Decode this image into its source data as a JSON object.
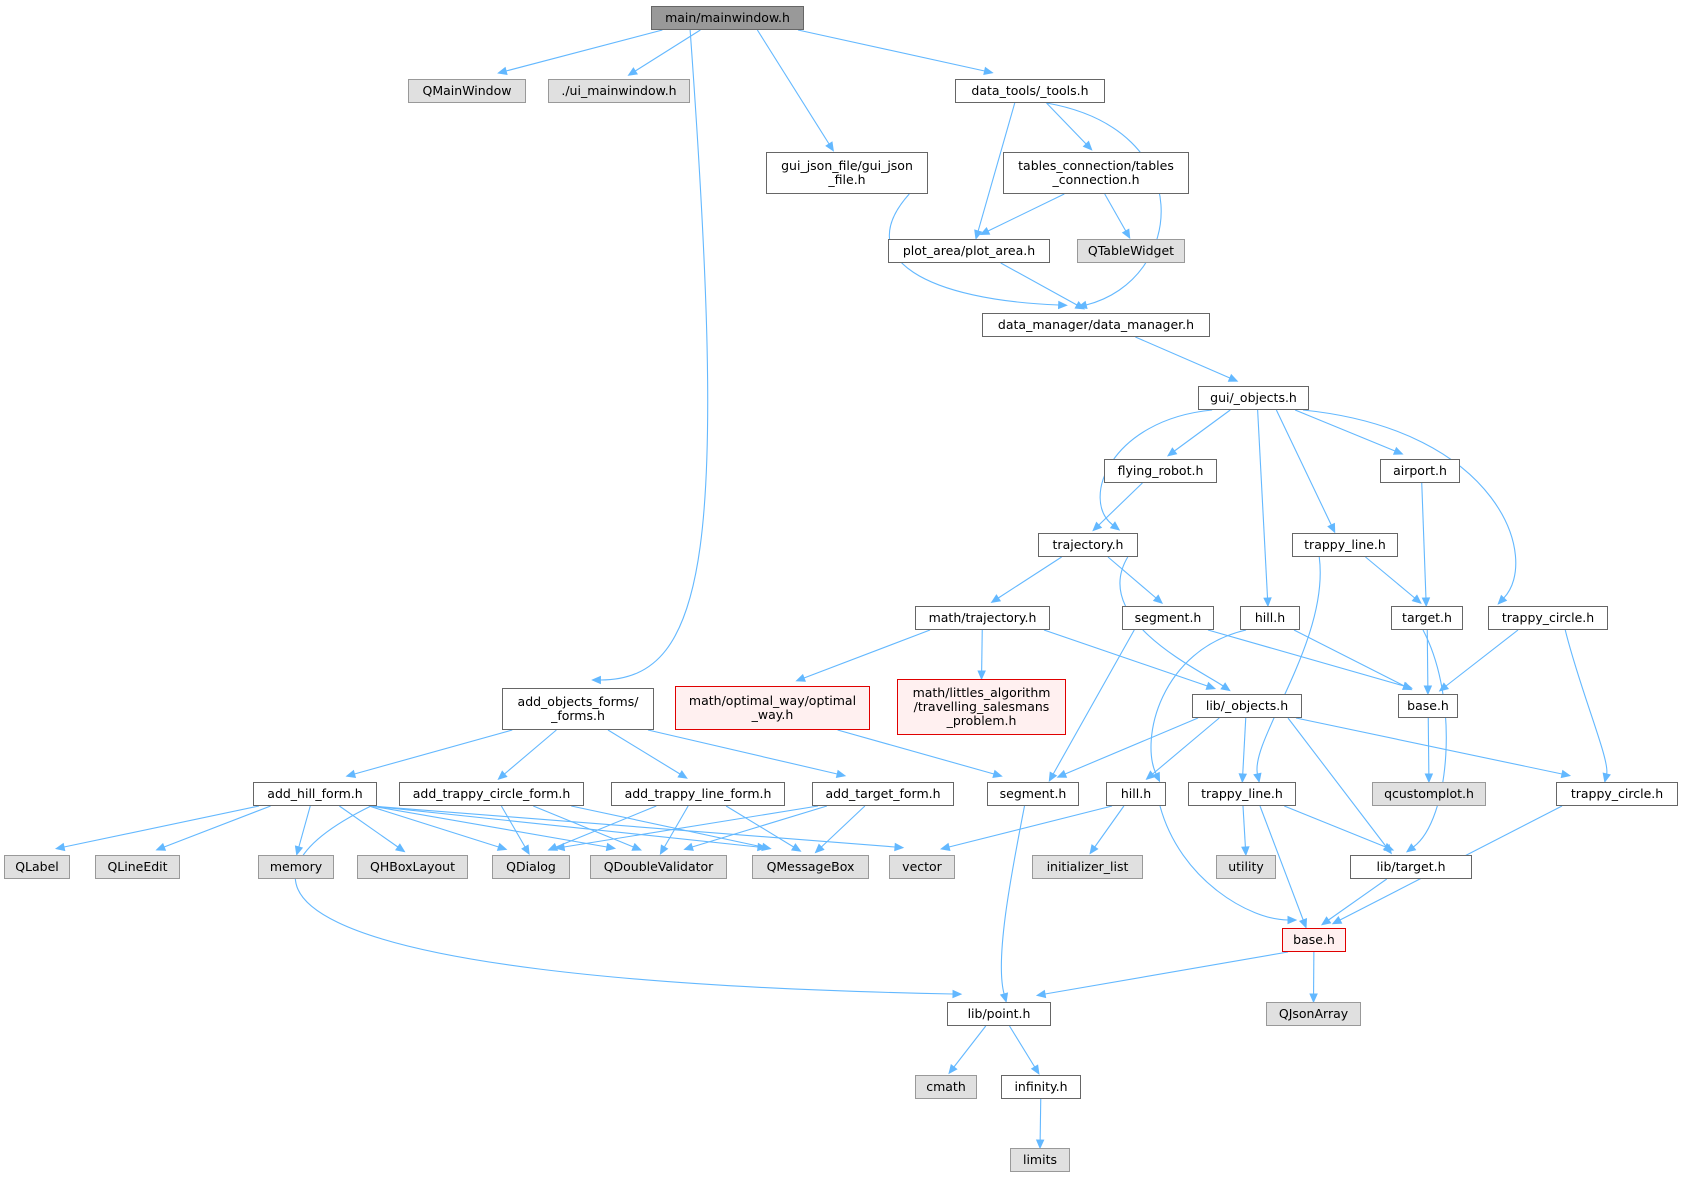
{
  "colors": {
    "edge": "#63b8ff",
    "root_fill": "#999999",
    "file_fill": "#ffffff",
    "file_border": "#666666",
    "external_fill": "#e0e0e0",
    "external_border": "#999999",
    "truncated_fill": "#fff0f0",
    "truncated_border": "#e00000"
  },
  "nodes": {
    "n_main": {
      "label": "main/mainwindow.h",
      "kind": "root"
    },
    "n_qmain": {
      "label": "QMainWindow",
      "kind": "ext"
    },
    "n_uimain": {
      "label": "./ui_mainwindow.h",
      "kind": "ext"
    },
    "n_tools": {
      "label": "data_tools/_tools.h",
      "kind": "file"
    },
    "n_guijson": {
      "label": "gui_json_file/gui_json\n_file.h",
      "kind": "file"
    },
    "n_tables": {
      "label": "tables_connection/tables\n_connection.h",
      "kind": "file"
    },
    "n_plot": {
      "label": "plot_area/plot_area.h",
      "kind": "file"
    },
    "n_qtw": {
      "label": "QTableWidget",
      "kind": "ext"
    },
    "n_dm": {
      "label": "data_manager/data_manager.h",
      "kind": "file"
    },
    "n_guiobj": {
      "label": "gui/_objects.h",
      "kind": "file"
    },
    "n_fly": {
      "label": "flying_robot.h",
      "kind": "file"
    },
    "n_airport": {
      "label": "airport.h",
      "kind": "file"
    },
    "n_traj": {
      "label": "trajectory.h",
      "kind": "file"
    },
    "n_tline1": {
      "label": "trappy_line.h",
      "kind": "file"
    },
    "n_mtraj": {
      "label": "math/trajectory.h",
      "kind": "file"
    },
    "n_seg1": {
      "label": "segment.h",
      "kind": "file"
    },
    "n_hill1": {
      "label": "hill.h",
      "kind": "file"
    },
    "n_target1": {
      "label": "target.h",
      "kind": "file"
    },
    "n_tcirc1": {
      "label": "trappy_circle.h",
      "kind": "file"
    },
    "n_addobj": {
      "label": "add_objects_forms/\n_forms.h",
      "kind": "file"
    },
    "n_optw": {
      "label": "math/optimal_way/optimal\n_way.h",
      "kind": "trunc"
    },
    "n_littles": {
      "label": "math/littles_algorithm\n/travelling_salesmans\n_problem.h",
      "kind": "trunc"
    },
    "n_libobj": {
      "label": "lib/_objects.h",
      "kind": "file"
    },
    "n_base1": {
      "label": "base.h",
      "kind": "file"
    },
    "n_addhill": {
      "label": "add_hill_form.h",
      "kind": "file"
    },
    "n_addtc": {
      "label": "add_trappy_circle_form.h",
      "kind": "file"
    },
    "n_addtl": {
      "label": "add_trappy_line_form.h",
      "kind": "file"
    },
    "n_addtgt": {
      "label": "add_target_form.h",
      "kind": "file"
    },
    "n_seg2": {
      "label": "segment.h",
      "kind": "file"
    },
    "n_hill2": {
      "label": "hill.h",
      "kind": "file"
    },
    "n_tline2": {
      "label": "trappy_line.h",
      "kind": "file"
    },
    "n_qcp": {
      "label": "qcustomplot.h",
      "kind": "ext"
    },
    "n_tcirc2": {
      "label": "trappy_circle.h",
      "kind": "file"
    },
    "n_qlabel": {
      "label": "QLabel",
      "kind": "ext"
    },
    "n_qline": {
      "label": "QLineEdit",
      "kind": "ext"
    },
    "n_memory": {
      "label": "memory",
      "kind": "ext"
    },
    "n_qhbox": {
      "label": "QHBoxLayout",
      "kind": "ext"
    },
    "n_qdialog": {
      "label": "QDialog",
      "kind": "ext"
    },
    "n_qdv": {
      "label": "QDoubleValidator",
      "kind": "ext"
    },
    "n_qmsg": {
      "label": "QMessageBox",
      "kind": "ext"
    },
    "n_vector": {
      "label": "vector",
      "kind": "ext"
    },
    "n_initl": {
      "label": "initializer_list",
      "kind": "ext"
    },
    "n_utility": {
      "label": "utility",
      "kind": "ext"
    },
    "n_libtgt": {
      "label": "lib/target.h",
      "kind": "file"
    },
    "n_base2": {
      "label": "base.h",
      "kind": "trunc"
    },
    "n_point": {
      "label": "lib/point.h",
      "kind": "file"
    },
    "n_qjson": {
      "label": "QJsonArray",
      "kind": "ext"
    },
    "n_cmath": {
      "label": "cmath",
      "kind": "ext"
    },
    "n_inf": {
      "label": "infinity.h",
      "kind": "file"
    },
    "n_limits": {
      "label": "limits",
      "kind": "ext"
    }
  },
  "edges": [
    [
      "n_main",
      "n_qmain"
    ],
    [
      "n_main",
      "n_uimain"
    ],
    [
      "n_main",
      "n_tools"
    ],
    [
      "n_main",
      "n_guijson"
    ],
    [
      "n_main",
      "n_addobj"
    ],
    [
      "n_tools",
      "n_tables"
    ],
    [
      "n_tools",
      "n_plot"
    ],
    [
      "n_tools",
      "n_dm"
    ],
    [
      "n_guijson",
      "n_dm"
    ],
    [
      "n_tables",
      "n_plot"
    ],
    [
      "n_tables",
      "n_qtw"
    ],
    [
      "n_plot",
      "n_dm"
    ],
    [
      "n_dm",
      "n_guiobj"
    ],
    [
      "n_guiobj",
      "n_fly"
    ],
    [
      "n_guiobj",
      "n_airport"
    ],
    [
      "n_guiobj",
      "n_traj"
    ],
    [
      "n_guiobj",
      "n_tline1"
    ],
    [
      "n_guiobj",
      "n_hill1"
    ],
    [
      "n_guiobj",
      "n_tcirc1"
    ],
    [
      "n_fly",
      "n_traj"
    ],
    [
      "n_airport",
      "n_target1"
    ],
    [
      "n_traj",
      "n_mtraj"
    ],
    [
      "n_traj",
      "n_seg1"
    ],
    [
      "n_traj",
      "n_libobj"
    ],
    [
      "n_tline1",
      "n_target1"
    ],
    [
      "n_tline1",
      "n_tline2"
    ],
    [
      "n_mtraj",
      "n_optw"
    ],
    [
      "n_mtraj",
      "n_littles"
    ],
    [
      "n_mtraj",
      "n_libobj"
    ],
    [
      "n_seg1",
      "n_base1"
    ],
    [
      "n_seg1",
      "n_seg2"
    ],
    [
      "n_hill1",
      "n_base1"
    ],
    [
      "n_hill1",
      "n_hill2"
    ],
    [
      "n_target1",
      "n_base1"
    ],
    [
      "n_target1",
      "n_libtgt"
    ],
    [
      "n_tcirc1",
      "n_base1"
    ],
    [
      "n_tcirc1",
      "n_tcirc2"
    ],
    [
      "n_addobj",
      "n_addhill"
    ],
    [
      "n_addobj",
      "n_addtc"
    ],
    [
      "n_addobj",
      "n_addtl"
    ],
    [
      "n_addobj",
      "n_addtgt"
    ],
    [
      "n_optw",
      "n_seg2"
    ],
    [
      "n_libobj",
      "n_seg2"
    ],
    [
      "n_libobj",
      "n_hill2"
    ],
    [
      "n_libobj",
      "n_tline2"
    ],
    [
      "n_libobj",
      "n_libtgt"
    ],
    [
      "n_libobj",
      "n_tcirc2"
    ],
    [
      "n_base1",
      "n_qcp"
    ],
    [
      "n_addhill",
      "n_qlabel"
    ],
    [
      "n_addhill",
      "n_qline"
    ],
    [
      "n_addhill",
      "n_memory"
    ],
    [
      "n_addhill",
      "n_qhbox"
    ],
    [
      "n_addhill",
      "n_qdialog"
    ],
    [
      "n_addhill",
      "n_qdv"
    ],
    [
      "n_addhill",
      "n_qmsg"
    ],
    [
      "n_addhill",
      "n_vector"
    ],
    [
      "n_addhill",
      "n_point"
    ],
    [
      "n_addtc",
      "n_qdialog"
    ],
    [
      "n_addtc",
      "n_qdv"
    ],
    [
      "n_addtc",
      "n_qmsg"
    ],
    [
      "n_addtl",
      "n_qdialog"
    ],
    [
      "n_addtl",
      "n_qdv"
    ],
    [
      "n_addtl",
      "n_qmsg"
    ],
    [
      "n_addtgt",
      "n_qdialog"
    ],
    [
      "n_addtgt",
      "n_qdv"
    ],
    [
      "n_addtgt",
      "n_qmsg"
    ],
    [
      "n_seg2",
      "n_point"
    ],
    [
      "n_hill2",
      "n_vector"
    ],
    [
      "n_hill2",
      "n_initl"
    ],
    [
      "n_hill2",
      "n_base2"
    ],
    [
      "n_tline2",
      "n_utility"
    ],
    [
      "n_tline2",
      "n_libtgt"
    ],
    [
      "n_tline2",
      "n_base2"
    ],
    [
      "n_libtgt",
      "n_base2"
    ],
    [
      "n_tcirc2",
      "n_base2"
    ],
    [
      "n_base2",
      "n_point"
    ],
    [
      "n_base2",
      "n_qjson"
    ],
    [
      "n_point",
      "n_cmath"
    ],
    [
      "n_point",
      "n_inf"
    ],
    [
      "n_inf",
      "n_limits"
    ]
  ]
}
